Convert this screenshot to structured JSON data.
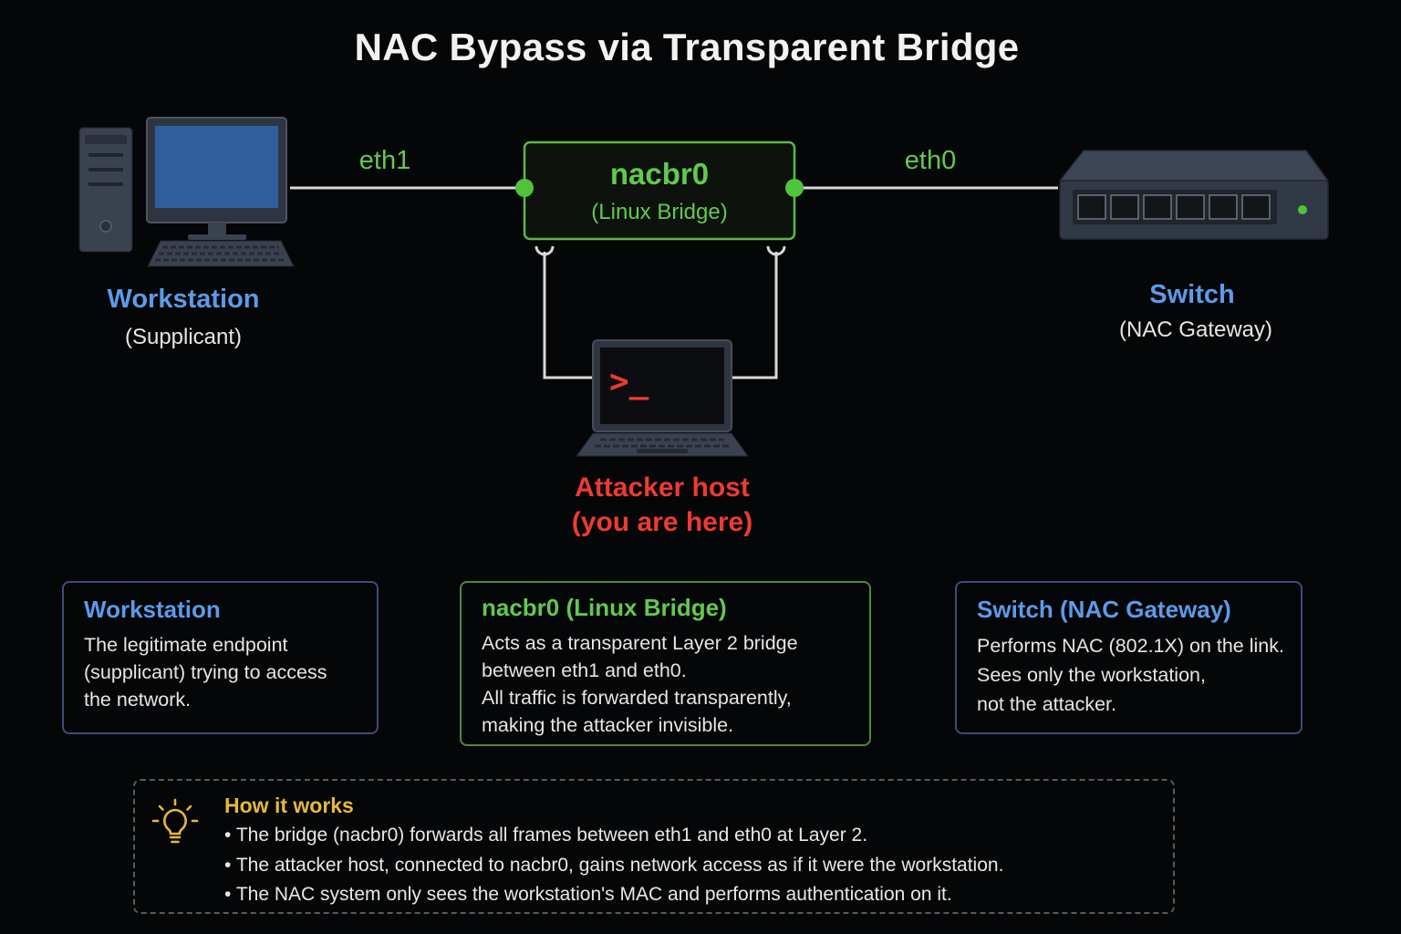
{
  "title": "NAC Bypass via Transparent Bridge",
  "links": {
    "left_label": "eth1",
    "right_label": "eth0"
  },
  "bridge": {
    "name": "nacbr0",
    "subtitle": "(Linux Bridge)"
  },
  "workstation": {
    "name": "Workstation",
    "subtitle": "(Supplicant)"
  },
  "switch": {
    "name": "Switch",
    "subtitle": "(NAC Gateway)"
  },
  "attacker": {
    "line1": "Attacker host",
    "line2": "(you are here)",
    "prompt": ">_"
  },
  "cards": [
    {
      "title": "Workstation",
      "lines": [
        "The legitimate endpoint",
        "(supplicant) trying to access",
        "the network."
      ]
    },
    {
      "title": "nacbr0 (Linux Bridge)",
      "lines": [
        "Acts as a transparent Layer 2 bridge",
        "between eth1 and eth0.",
        "All traffic is forwarded transparently,",
        "making the attacker invisible."
      ]
    },
    {
      "title": "Switch (NAC Gateway)",
      "lines": [
        "Performs NAC (802.1X) on the link.",
        "Sees only the workstation,",
        "not the attacker."
      ]
    }
  ],
  "how": {
    "title": "How it works",
    "items": [
      "The bridge (nacbr0) forwards all frames between eth1 and eth0 at Layer 2.",
      "The attacker host, connected to nacbr0, gains network access as if it were the workstation.",
      "The NAC system only sees the workstation's MAC and performs authentication on it."
    ]
  },
  "colors": {
    "blue": "#5b9bea",
    "green": "#62c94f",
    "red": "#ee3a32",
    "amber": "#e8b936"
  },
  "icons": [
    "desktop-computer-icon",
    "network-switch-icon",
    "laptop-terminal-icon",
    "lightbulb-icon"
  ]
}
